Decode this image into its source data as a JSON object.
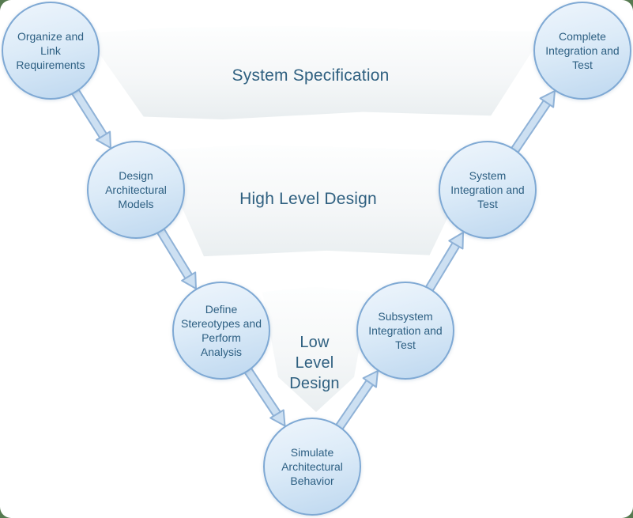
{
  "diagram": {
    "bands": [
      {
        "label": "System Specification"
      },
      {
        "label": "High Level Design"
      },
      {
        "label": "Low\nLevel\nDesign"
      }
    ],
    "nodes": [
      {
        "label": "Organize and Link Requirements"
      },
      {
        "label": "Design Architectural Models"
      },
      {
        "label": "Define Stereotypes and Perform Analysis"
      },
      {
        "label": "Simulate Architectural Behavior"
      },
      {
        "label": "Subsystem Integration and Test"
      },
      {
        "label": "System Integration and Test"
      },
      {
        "label": "Complete Integration and Test"
      }
    ],
    "colors": {
      "node_border": "#7fa9d4",
      "node_text": "#2d5f82",
      "band_text": "#2f6080",
      "arrow_fill": "#cde0f2",
      "arrow_border": "#8fb2d7",
      "background_corner": "#567a50"
    }
  }
}
